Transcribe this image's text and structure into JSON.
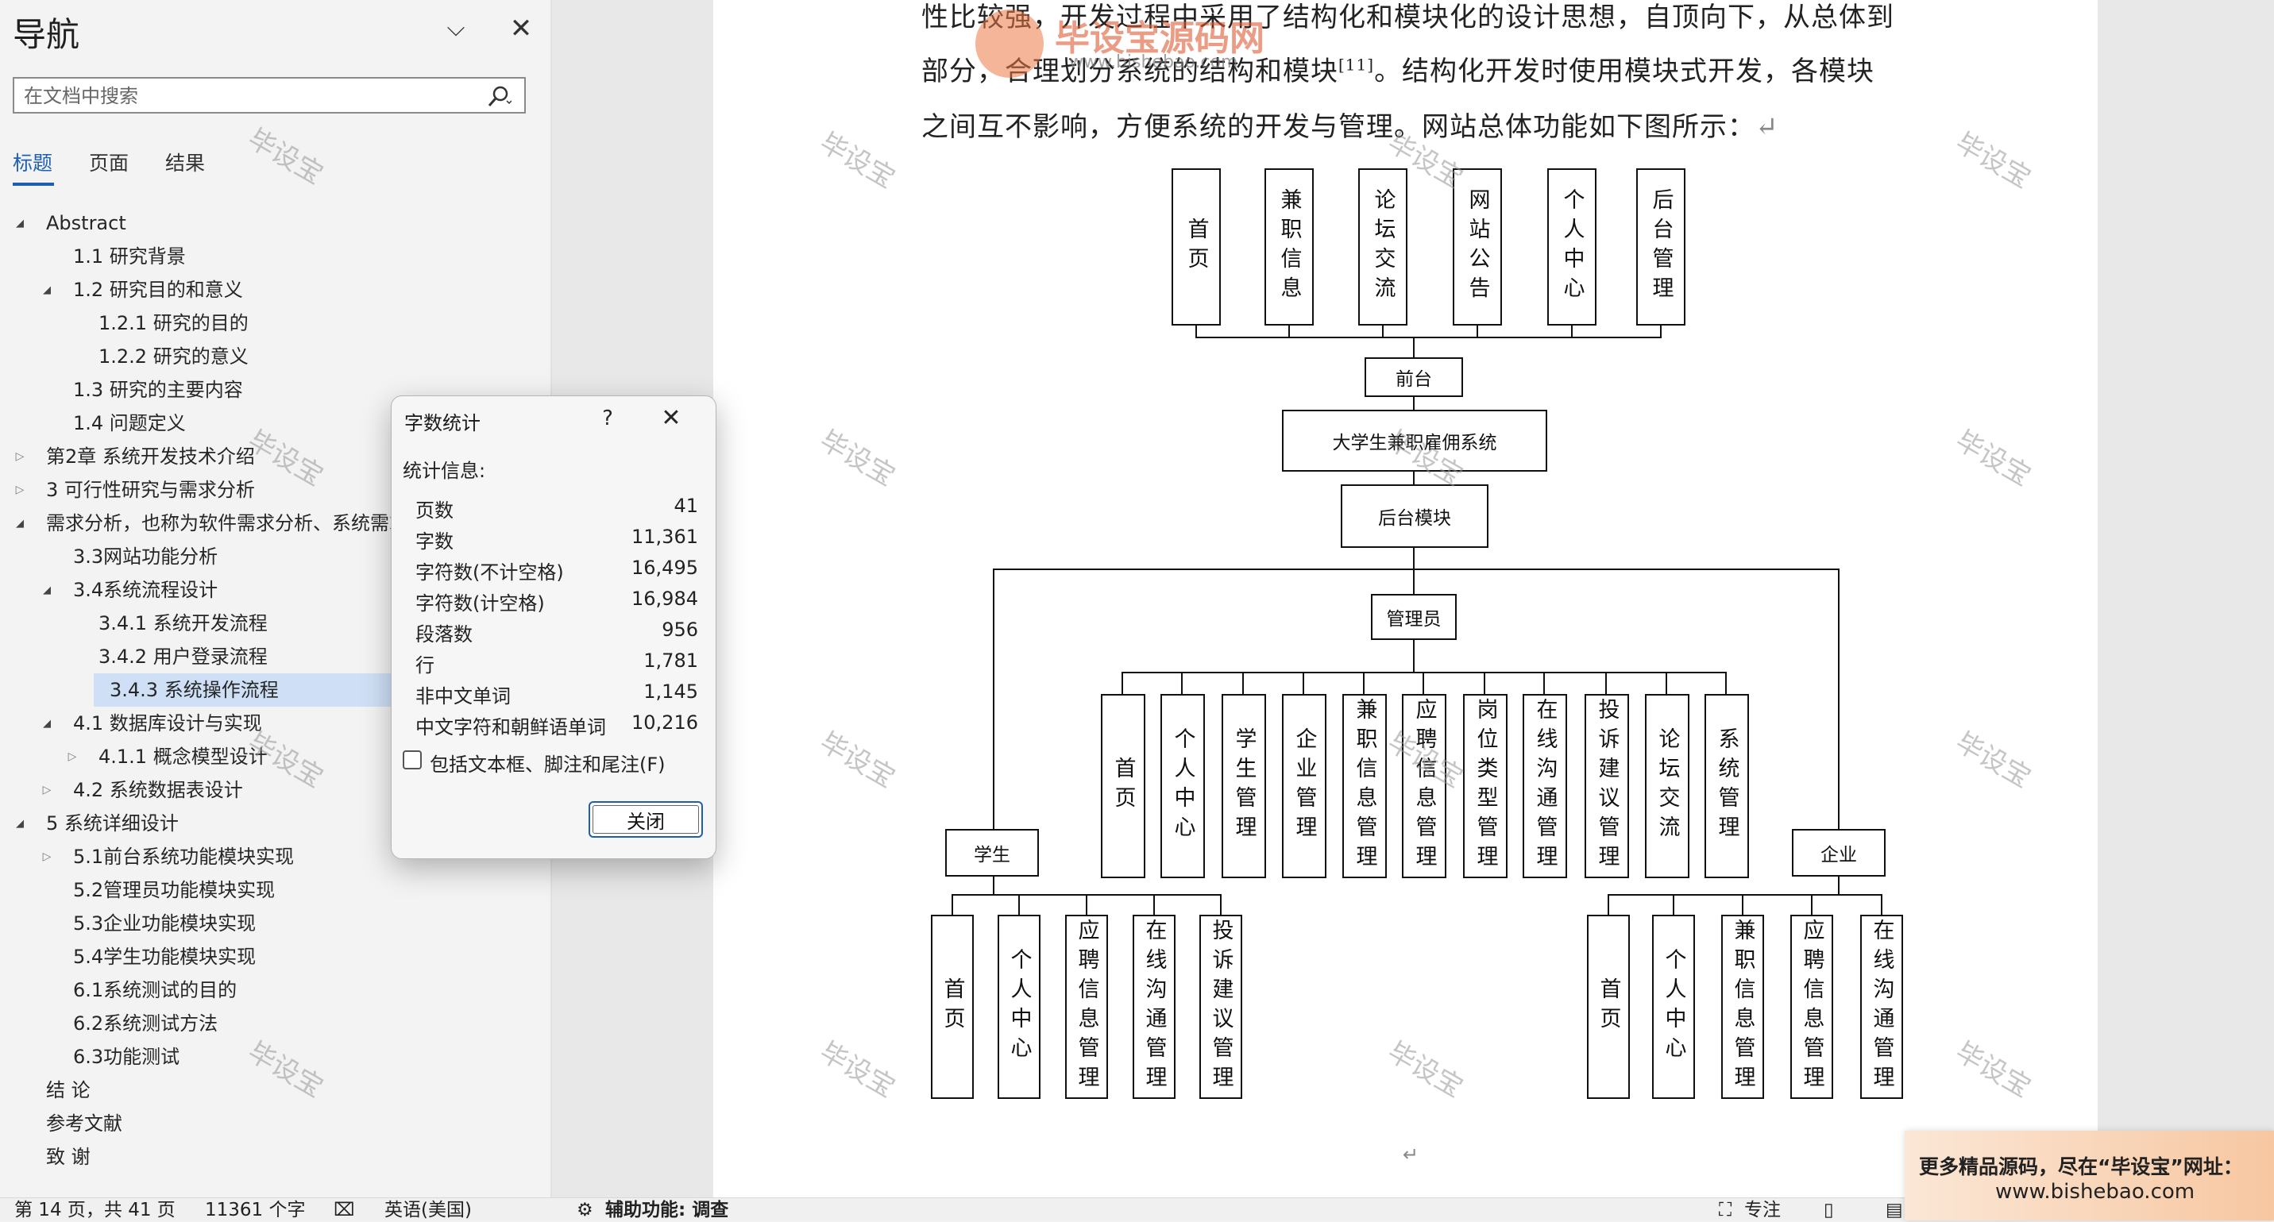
{
  "nav": {
    "title": "导航",
    "search_placeholder": "在文档中搜索",
    "tabs": [
      "标题",
      "页面",
      "结果"
    ],
    "tree": [
      {
        "label": "Abstract",
        "level": 0,
        "state": "open"
      },
      {
        "label": "1.1 研究背景",
        "level": 1,
        "state": "none"
      },
      {
        "label": "1.2 研究目的和意义",
        "level": 1,
        "state": "open"
      },
      {
        "label": "1.2.1 研究的目的",
        "level": 2,
        "state": "none"
      },
      {
        "label": "1.2.2 研究的意义",
        "level": 2,
        "state": "none"
      },
      {
        "label": "1.3 研究的主要内容",
        "level": 1,
        "state": "none"
      },
      {
        "label": "1.4 问题定义",
        "level": 1,
        "state": "none"
      },
      {
        "label": "第2章 系统开发技术介绍",
        "level": 0,
        "state": "closed"
      },
      {
        "label": "3 可行性研究与需求分析",
        "level": 0,
        "state": "closed"
      },
      {
        "label": "需求分析，也称为软件需求分析、系统需求",
        "level": 0,
        "state": "open"
      },
      {
        "label": "3.3网站功能分析",
        "level": 1,
        "state": "none"
      },
      {
        "label": "3.4系统流程设计",
        "level": 1,
        "state": "open"
      },
      {
        "label": "3.4.1 系统开发流程",
        "level": 2,
        "state": "none"
      },
      {
        "label": "3.4.2 用户登录流程",
        "level": 2,
        "state": "none"
      },
      {
        "label": "3.4.3 系统操作流程",
        "level": 2,
        "state": "none",
        "selected": true
      },
      {
        "label": "4.1 数据库设计与实现",
        "level": 1,
        "state": "open"
      },
      {
        "label": "4.1.1 概念模型设计",
        "level": 2,
        "state": "closed"
      },
      {
        "label": "4.2 系统数据表设计",
        "level": 1,
        "state": "closed"
      },
      {
        "label": "5 系统详细设计",
        "level": 0,
        "state": "open"
      },
      {
        "label": "5.1前台系统功能模块实现",
        "level": 1,
        "state": "closed"
      },
      {
        "label": "5.2管理员功能模块实现",
        "level": 1,
        "state": "none"
      },
      {
        "label": "5.3企业功能模块实现",
        "level": 1,
        "state": "none"
      },
      {
        "label": "5.4学生功能模块实现",
        "level": 1,
        "state": "none"
      },
      {
        "label": "6.1系统测试的目的",
        "level": 1,
        "state": "none"
      },
      {
        "label": "6.2系统测试方法",
        "level": 1,
        "state": "none"
      },
      {
        "label": "6.3功能测试",
        "level": 1,
        "state": "none"
      },
      {
        "label": "结  论",
        "level": 0,
        "state": "none"
      },
      {
        "label": "参考文献",
        "level": 0,
        "state": "none"
      },
      {
        "label": "致  谢",
        "level": 0,
        "state": "none"
      }
    ]
  },
  "doc": {
    "line1": "性比较强，开发过程中采用了结构化和模块化的设计思想，自顶向下，从总体到",
    "line2_a": "部分，合理划分系统的结构和模块",
    "line2_sup": "[11]",
    "line2_b": "。结构化开发时使用模块式开发，各模块",
    "line3": "之间互不影响，方便系统的开发与管理。网站总体功能如下图所示：",
    "para_mark": "↵",
    "watermark": "毕设宝"
  },
  "diagram": {
    "front_modules": [
      "首页",
      "兼职信息",
      "论坛交流",
      "网站公告",
      "个人中心",
      "后台管理"
    ],
    "front_label": "前台",
    "system_label": "大学生兼职雇佣系统",
    "backend_label": "后台模块",
    "admin_label": "管理员",
    "admin_modules": [
      "首页",
      "个人中心",
      "学生管理",
      "企业管理",
      "兼职信息管理",
      "应聘信息管理",
      "岗位类型管理",
      "在线沟通管理",
      "投诉建议管理",
      "论坛交流",
      "系统管理"
    ],
    "student_label": "学生",
    "student_modules": [
      "首页",
      "个人中心",
      "应聘信息管理",
      "在线沟通管理",
      "投诉建议管理"
    ],
    "company_label": "企业",
    "company_modules": [
      "首页",
      "个人中心",
      "兼职信息管理",
      "应聘信息管理",
      "在线沟通管理"
    ]
  },
  "logo": {
    "name": "毕设宝源码网",
    "url": "www.bishebao.com"
  },
  "dialog": {
    "title": "字数统计",
    "help": "?",
    "stats_label": "统计信息:",
    "stats": [
      {
        "label": "页数",
        "value": "41"
      },
      {
        "label": "字数",
        "value": "11,361"
      },
      {
        "label": "字符数(不计空格)",
        "value": "16,495"
      },
      {
        "label": "字符数(计空格)",
        "value": "16,984"
      },
      {
        "label": "段落数",
        "value": "956"
      },
      {
        "label": "行",
        "value": "1,781"
      },
      {
        "label": "非中文单词",
        "value": "1,145"
      },
      {
        "label": "中文字符和朝鲜语单词",
        "value": "10,216"
      }
    ],
    "checkbox_label": "包括文本框、脚注和尾注(F)",
    "close_button": "关闭"
  },
  "status": {
    "page": "第 14 页，共 41 页",
    "words": "11361 个字",
    "language": "英语(美国)",
    "accessibility": "辅助功能: 调查",
    "focus": "专注"
  },
  "ad": {
    "line1": "更多精品源码，尽在“毕设宝”网址：",
    "line2": "www.bishebao.com"
  }
}
